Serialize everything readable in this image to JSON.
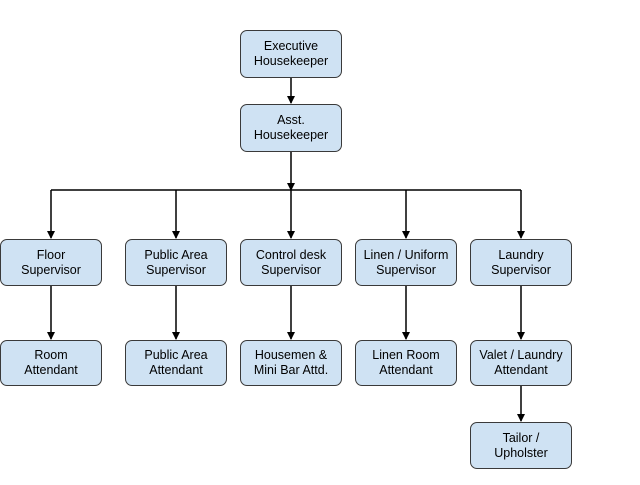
{
  "org_chart": {
    "executive_housekeeper": {
      "line1": "Executive",
      "line2": "Housekeeper"
    },
    "asst_housekeeper": {
      "line1": "Asst.",
      "line2": "Housekeeper"
    },
    "floor_supervisor": {
      "line1": "Floor",
      "line2": "Supervisor"
    },
    "public_area_supervisor": {
      "line1": "Public Area",
      "line2": "Supervisor"
    },
    "control_desk_supervisor": {
      "line1": "Control desk",
      "line2": "Supervisor"
    },
    "linen_uniform_supervisor": {
      "line1": "Linen / Uniform",
      "line2": "Supervisor"
    },
    "laundry_supervisor": {
      "line1": "Laundry",
      "line2": "Supervisor"
    },
    "room_attendant": {
      "line1": "Room",
      "line2": "Attendant"
    },
    "public_area_attendant": {
      "line1": "Public Area",
      "line2": "Attendant"
    },
    "housemen_minibar": {
      "line1": "Housemen &",
      "line2": "Mini Bar Attd."
    },
    "linen_room_attendant": {
      "line1": "Linen Room",
      "line2": "Attendant"
    },
    "valet_laundry_attendant": {
      "line1": "Valet / Laundry",
      "line2": "Attendant"
    },
    "tailor_upholster": {
      "line1": "Tailor /",
      "line2": "Upholster"
    }
  },
  "colors": {
    "box_fill": "#cfe2f3",
    "box_border": "#3a3a3a",
    "line": "#000000"
  }
}
